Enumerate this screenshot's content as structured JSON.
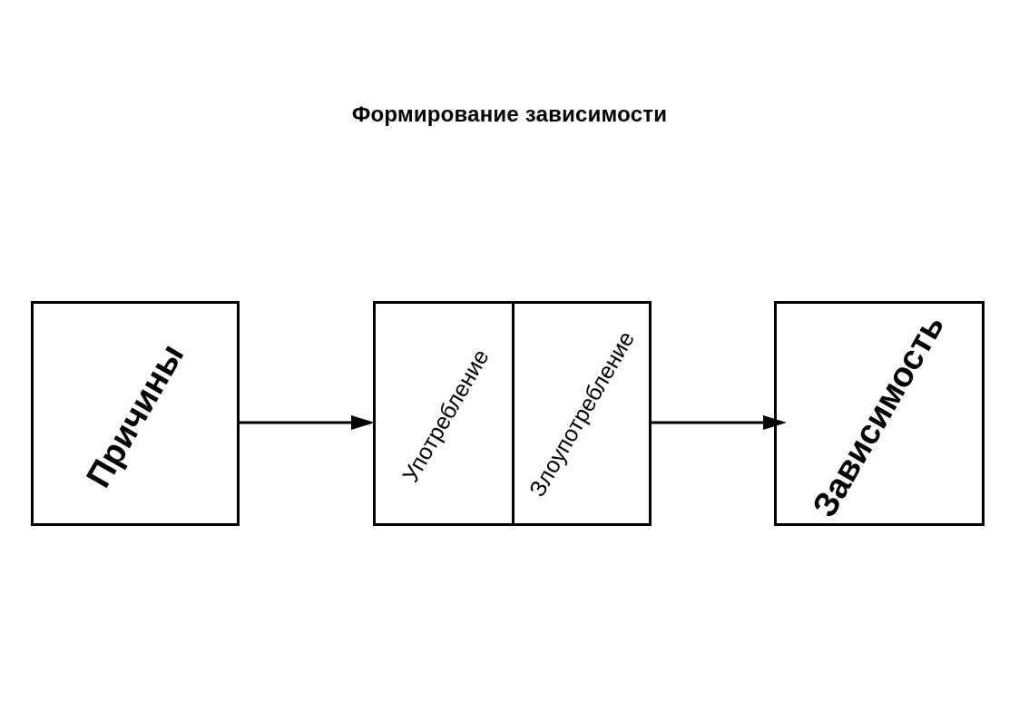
{
  "title": "Формирование зависимости",
  "boxes": {
    "causes": "Причины",
    "usage": "Употребление",
    "abuse": "Злоупотребление",
    "dependence": "Зависимость"
  },
  "colors": {
    "stroke": "#000000",
    "background": "#ffffff"
  }
}
